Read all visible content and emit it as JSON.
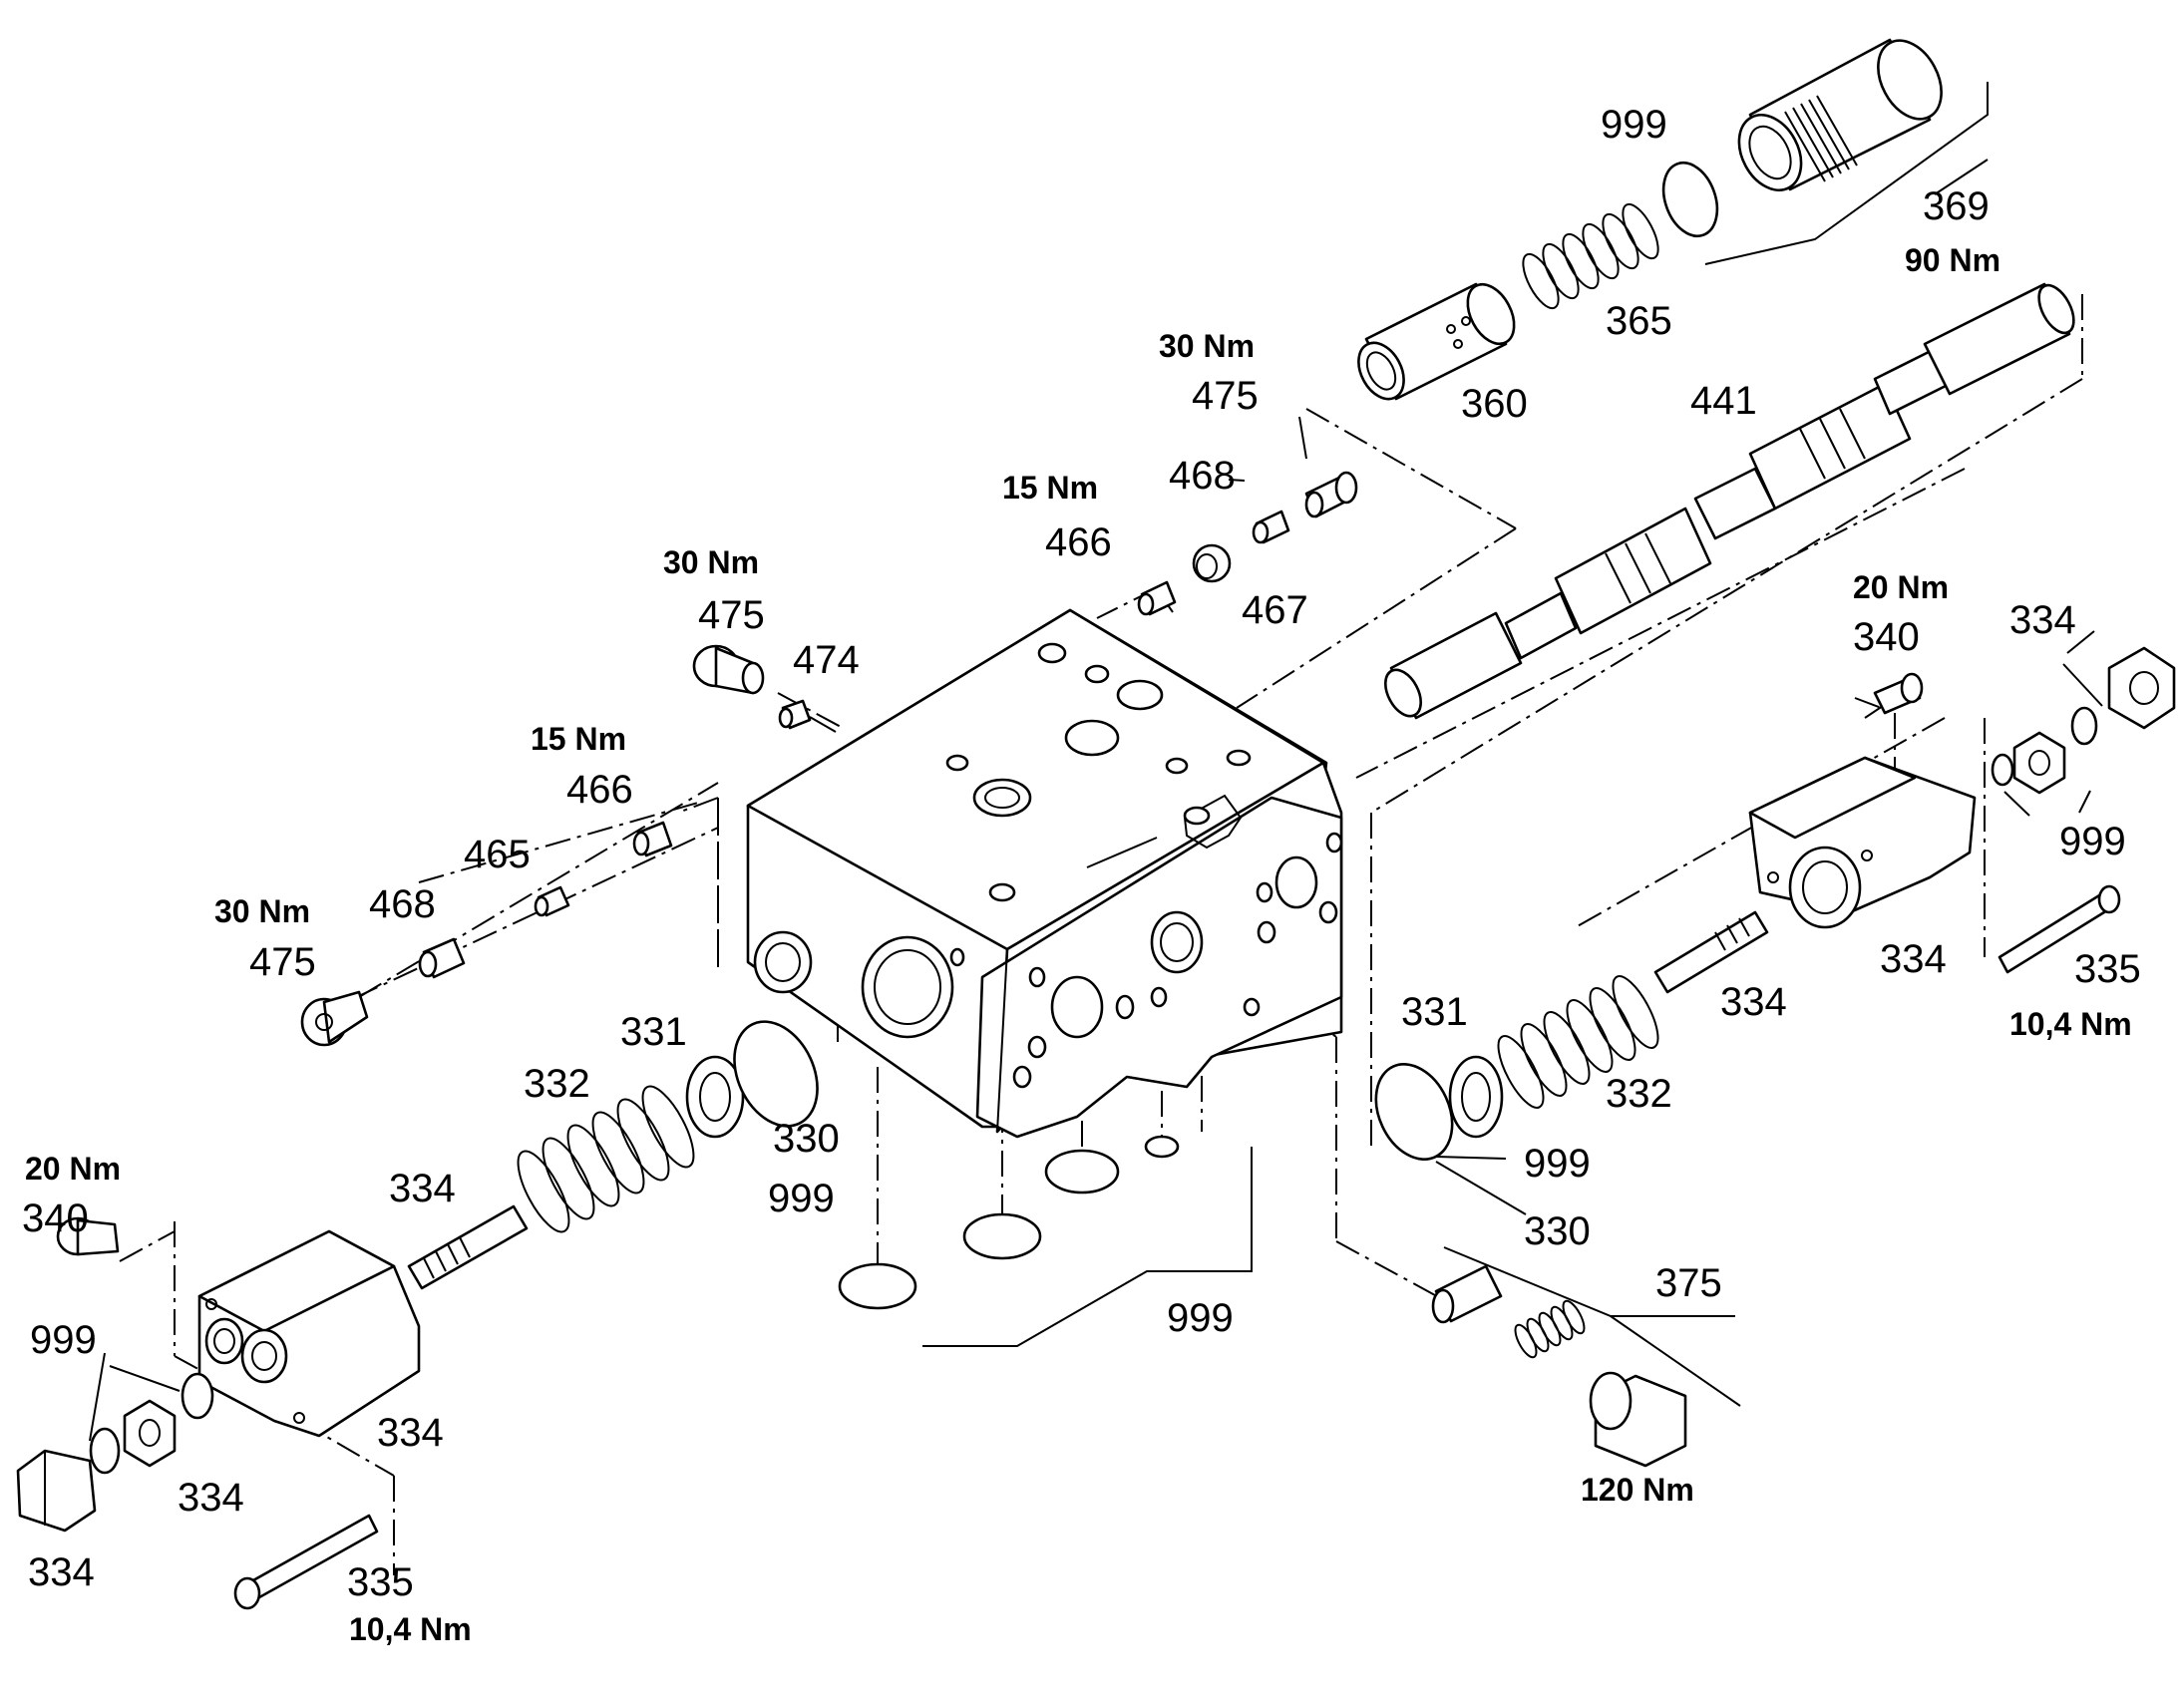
{
  "labels": {
    "p999_top": "999",
    "p369": "369",
    "t90": "90 Nm",
    "p365": "365",
    "t30_a": "30 Nm",
    "p475_a": "475",
    "p360": "360",
    "p441": "441",
    "p468_a": "468",
    "t15_a": "15 Nm",
    "p466_a": "466",
    "p467": "467",
    "t30_b": "30 Nm",
    "p475_b": "475",
    "p474": "474",
    "t15_b": "15 Nm",
    "p466_b": "466",
    "p465": "465",
    "t30_c": "30 Nm",
    "p468_b": "468",
    "p475_c": "475",
    "t20_r": "20 Nm",
    "p340_r": "340",
    "p334_nut_r": "334",
    "p999_ring_r": "999",
    "p334_block_r": "334",
    "p335_r": "335",
    "t104_r": "10,4 Nm",
    "p331_r": "331",
    "p334_rod_r": "334",
    "p332_r": "332",
    "p999_or_r": "999",
    "p330_r": "330",
    "p375": "375",
    "t120": "120 Nm",
    "p331_l": "331",
    "p332_l": "332",
    "p330_l": "330",
    "p999_mid": "999",
    "p999_bottom": "999",
    "t20_l": "20 Nm",
    "p340_l": "340",
    "p334_rod_l": "334",
    "p999_l": "999",
    "p334_block_l": "334",
    "p334_nut_l": "334",
    "p334_cap_l": "334",
    "p335_l": "335",
    "t104_l": "10,4 Nm"
  }
}
